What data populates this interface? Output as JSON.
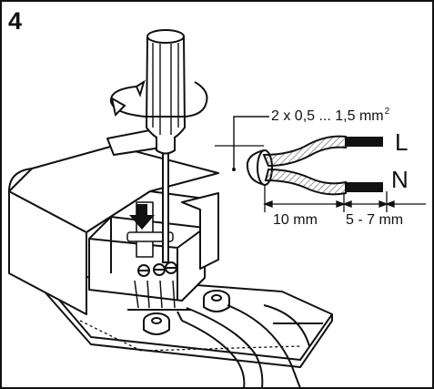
{
  "step_number": "4",
  "wire_spec": {
    "text": "2 x 0,5 ... 1,5 mm",
    "superscript": "2"
  },
  "conductors": {
    "live": "L",
    "neutral": "N"
  },
  "dimensions": {
    "sheath_strip": "10 mm",
    "conductor_strip": "5 - 7 mm"
  },
  "colors": {
    "line": "#111111",
    "hatch": "#555555",
    "fill": "#ffffff"
  },
  "icons": [
    "screwdriver-icon",
    "rotation-arrow-icon",
    "push-down-arrow-icon"
  ]
}
